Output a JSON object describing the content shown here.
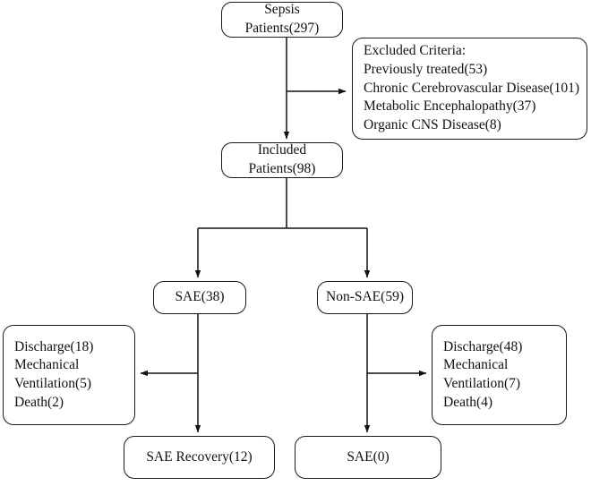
{
  "diagram": {
    "type": "flowchart",
    "title": "Sepsis patient enrollment and outcome flow",
    "nodes": {
      "sepsis": {
        "name": "sepsis-patients",
        "lines": [
          "Sepsis",
          "Patients(297)"
        ],
        "label": "Sepsis Patients",
        "count": 297
      },
      "excluded": {
        "name": "excluded-criteria",
        "lines": [
          "Excluded Criteria:",
          "Previously treated(53)",
          "Chronic Cerebrovascular Disease(101)",
          "Metabolic Encephalopathy(37)",
          "Organic CNS Disease(8)"
        ],
        "header": "Excluded Criteria:",
        "items": [
          {
            "label": "Previously treated",
            "count": 53
          },
          {
            "label": "Chronic Cerebrovascular Disease",
            "count": 101
          },
          {
            "label": "Metabolic Encephalopathy",
            "count": 37
          },
          {
            "label": "Organic CNS Disease",
            "count": 8
          }
        ]
      },
      "included": {
        "name": "included-patients",
        "lines": [
          "Included",
          "Patients(98)"
        ],
        "label": "Included Patients",
        "count": 98
      },
      "sae": {
        "name": "sae-group",
        "lines": [
          "SAE(38)"
        ],
        "label": "SAE",
        "count": 38
      },
      "nonsae": {
        "name": "non-sae-group",
        "lines": [
          "Non-SAE(59)"
        ],
        "label": "Non-SAE",
        "count": 59
      },
      "sae_outcomes": {
        "name": "sae-outcomes",
        "lines": [
          "Discharge(18)",
          "Mechanical",
          "Ventilation(5)",
          "Death(2)"
        ],
        "items": [
          {
            "label": "Discharge",
            "count": 18
          },
          {
            "label": "Mechanical Ventilation",
            "count": 5
          },
          {
            "label": "Death",
            "count": 2
          }
        ]
      },
      "nonsae_outcomes": {
        "name": "non-sae-outcomes",
        "lines": [
          "Discharge(48)",
          "Mechanical",
          "Ventilation(7)",
          "Death(4)"
        ],
        "items": [
          {
            "label": "Discharge",
            "count": 48
          },
          {
            "label": "Mechanical Ventilation",
            "count": 7
          },
          {
            "label": "Death",
            "count": 4
          }
        ]
      },
      "recovery": {
        "name": "sae-recovery",
        "lines": [
          "SAE Recovery(12)"
        ],
        "label": "SAE Recovery",
        "count": 12
      },
      "sae_zero": {
        "name": "sae-zero",
        "lines": [
          "SAE(0)"
        ],
        "label": "SAE",
        "count": 0
      }
    },
    "edges": [
      {
        "from": "sepsis",
        "to": "excluded",
        "style": "elbow-right-arrow"
      },
      {
        "from": "sepsis",
        "to": "included",
        "style": "straight-down-arrow"
      },
      {
        "from": "included",
        "to": "sae",
        "style": "split-down-arrow"
      },
      {
        "from": "included",
        "to": "nonsae",
        "style": "split-down-arrow"
      },
      {
        "from": "sae",
        "to": "sae_outcomes",
        "style": "elbow-left-arrow"
      },
      {
        "from": "sae",
        "to": "recovery",
        "style": "straight-down-arrow"
      },
      {
        "from": "nonsae",
        "to": "nonsae_outcomes",
        "style": "elbow-right-arrow"
      },
      {
        "from": "nonsae",
        "to": "sae_zero",
        "style": "straight-down-arrow"
      }
    ],
    "colors": {
      "stroke": "#1a1a1a",
      "background": "#ffffff",
      "text": "#111111"
    }
  }
}
